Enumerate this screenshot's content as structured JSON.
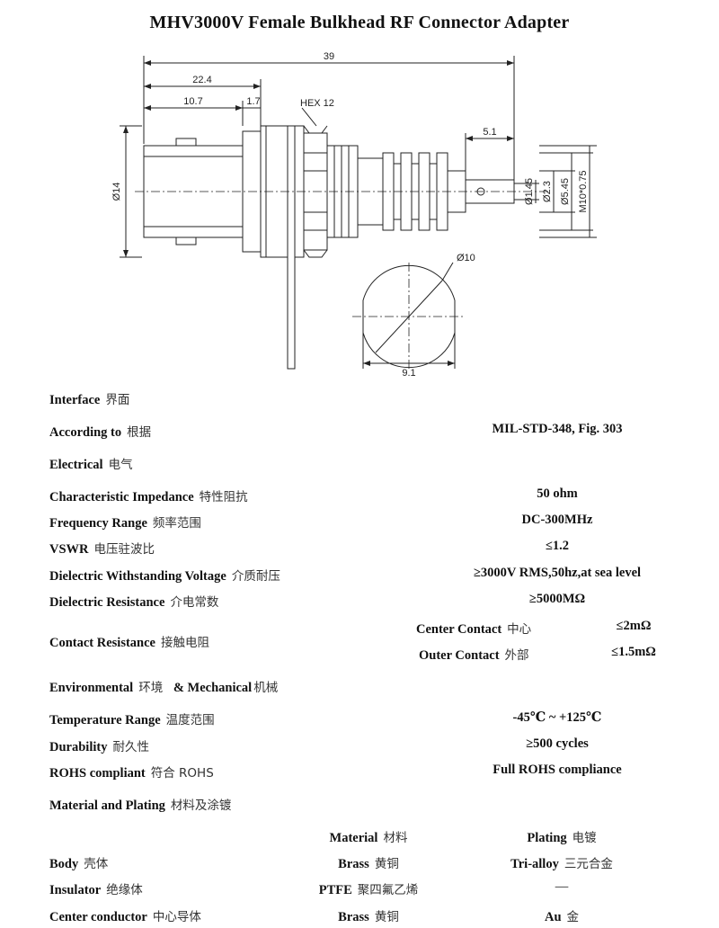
{
  "title": "MHV3000V Female Bulkhead RF Connector Adapter",
  "drawing": {
    "dims": {
      "overall": "39",
      "d224": "22.4",
      "d107": "10.7",
      "d17": "1.7",
      "hex": "HEX 12",
      "d51": "5.1",
      "dia14": "Ø14",
      "dia145": "Ø1.45",
      "dia23": "Ø2.3",
      "dia545": "Ø5.45",
      "thread": "M10*0.75",
      "dia10": "Ø10",
      "d91": "9.1"
    }
  },
  "specs": {
    "interface": {
      "label": "Interface",
      "cn": "界面"
    },
    "according": {
      "label": "According to",
      "cn": "根据",
      "value": "MIL-STD-348, Fig. 303"
    },
    "electrical": {
      "label": "Electrical",
      "cn": "电气"
    },
    "impedance": {
      "label": "Characteristic Impedance",
      "cn": "特性阻抗",
      "value": "50 ohm"
    },
    "frequency": {
      "label": "Frequency Range",
      "cn": "频率范围",
      "value": "DC-300MHz"
    },
    "vswr": {
      "label": "VSWR",
      "cn": "电压驻波比",
      "value": "≤1.2"
    },
    "withstanding": {
      "label": "Dielectric Withstanding Voltage",
      "cn": "介质耐压",
      "value": "≥3000V RMS,50hz,at sea level"
    },
    "resistance": {
      "label": "Dielectric Resistance",
      "cn": "介电常数",
      "value": "≥5000MΩ"
    },
    "contact": {
      "label": "Contact Resistance",
      "cn": "接触电阻",
      "center": {
        "label": "Center Contact",
        "cn": "中心",
        "value": "≤2mΩ"
      },
      "outer": {
        "label": "Outer Contact",
        "cn": "外部",
        "value": "≤1.5mΩ"
      }
    },
    "environmental": {
      "label": "Environmental",
      "cn": "环境",
      "label2": "& Mechanical",
      "cn2": "机械"
    },
    "temperature": {
      "label": "Temperature Range",
      "cn": "温度范围",
      "value": "-45℃ ~ +125℃"
    },
    "durability": {
      "label": "Durability",
      "cn": "耐久性",
      "value": "≥500 cycles"
    },
    "rohs": {
      "label": "ROHS compliant",
      "cn": "符合 ROHS",
      "value": "Full ROHS compliance"
    },
    "material_plating": {
      "label": "Material and Plating",
      "cn": "材料及涂镀"
    }
  },
  "materials": {
    "header": {
      "material": "Material",
      "material_cn": "材料",
      "plating": "Plating",
      "plating_cn": "电镀"
    },
    "rows": [
      {
        "part": "Body",
        "part_cn": "壳体",
        "material": "Brass",
        "material_cn": "黄铜",
        "plating": "Tri-alloy",
        "plating_cn": "三元合金"
      },
      {
        "part": "Insulator",
        "part_cn": "绝缘体",
        "material": "PTFE",
        "material_cn": "聚四氟乙烯",
        "plating": "—",
        "plating_cn": ""
      },
      {
        "part": "Center conductor",
        "part_cn": "中心导体",
        "material": "Brass",
        "material_cn": "黄铜",
        "plating": "Au",
        "plating_cn": "金"
      }
    ]
  }
}
